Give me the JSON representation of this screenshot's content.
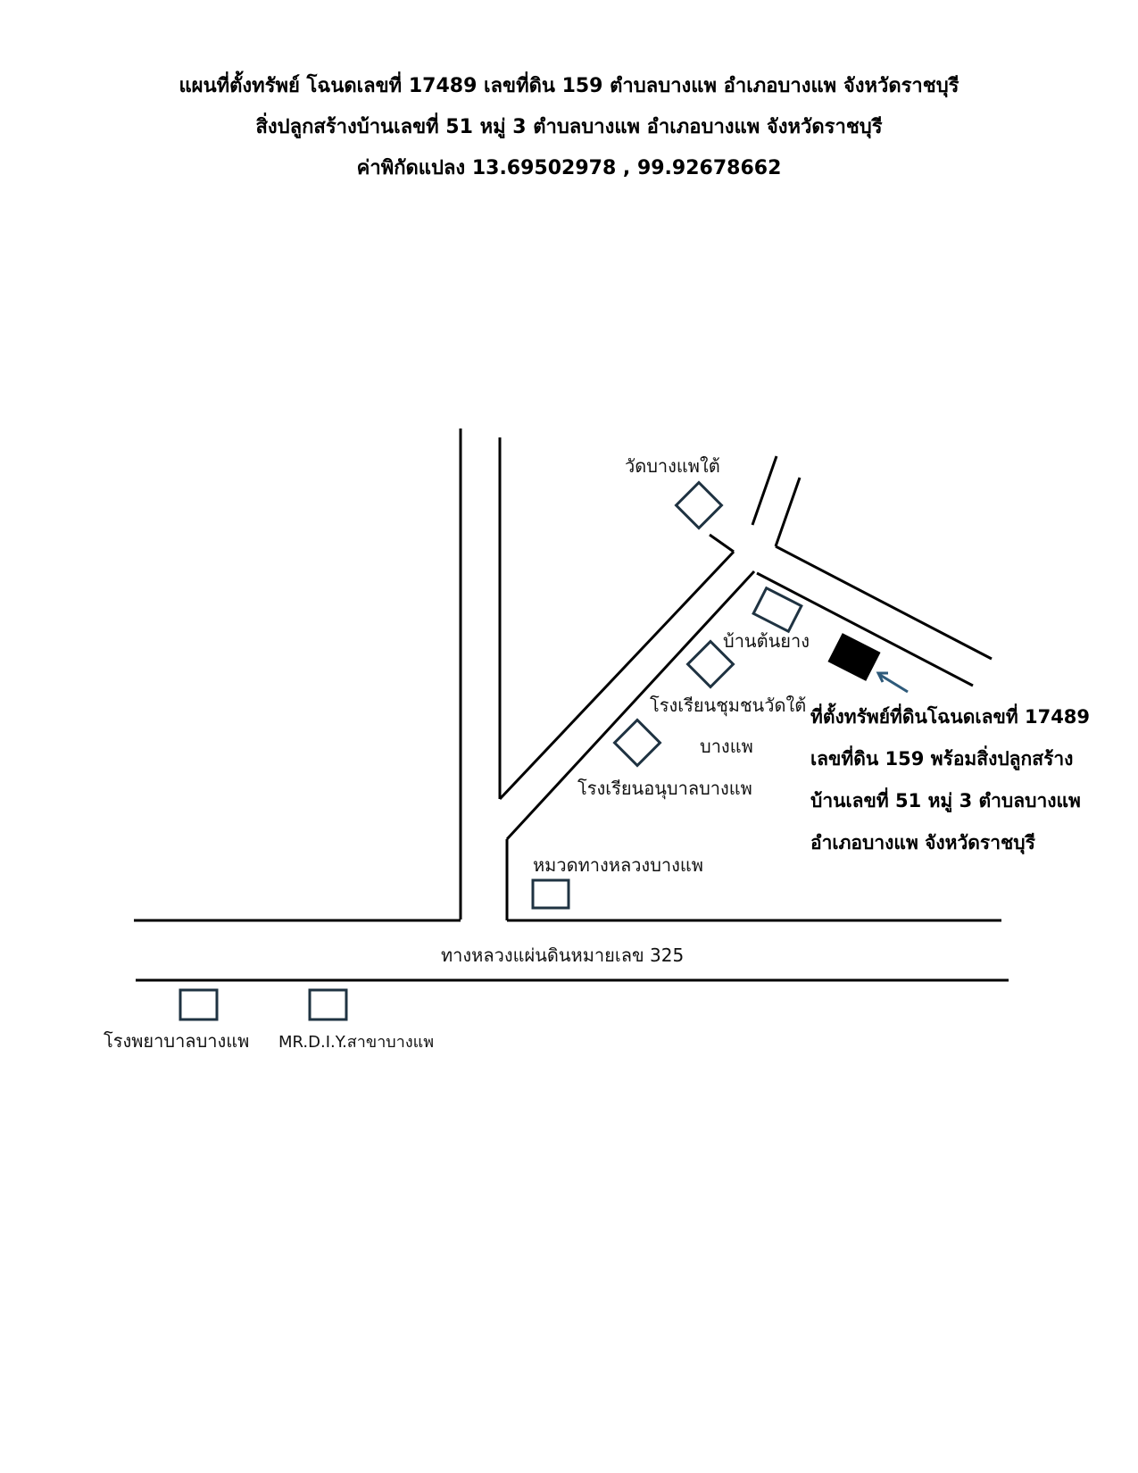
{
  "header": {
    "line1": "แผนที่ตั้งทรัพย์ โฉนดเลขที่ 17489 เลขที่ดิน 159 ตำบลบางแพ อำเภอบางแพ จังหวัดราชบุรี",
    "line2": "สิ่งปลูกสร้างบ้านเลขที่ 51 หมู่ 3 ตำบลบางแพ อำเภอบางแพ จังหวัดราชบุรี",
    "line3": "ค่าพิกัดแปลง 13.69502978 , 99.92678662"
  },
  "map": {
    "landmarks": {
      "temple": "วัดบางแพใต้",
      "ban_ton_yang": "บ้านต้นยาง",
      "school_community_1": "โรงเรียนชุมชนวัดใต้",
      "school_community_2": "บางแพ",
      "kindergarten": "โรงเรียนอนุบาลบางแพ",
      "highway_district": "หมวดทางหลวงบางแพ",
      "hospital": "โรงพยาบาลบางแพ",
      "mrdiy": "MR.D.I.Y.สาขาบางแพ"
    },
    "road_label": "ทางหลวงแผ่นดินหมายเลข 325",
    "property_note": [
      "ที่ตั้งทรัพย์ที่ดินโฉนดเลขที่ 17489",
      "เลขที่ดิน 159 พร้อมสิ่งปลูกสร้าง",
      "บ้านเลขที่ 51 หมู่ 3 ตำบลบางแพ",
      "อำเภอบางแพ จังหวัดราชบุรี"
    ],
    "colors": {
      "road": "#000000",
      "landmark_outline": "#1f3342",
      "property_fill": "#000000",
      "arrow": "#2e5a7a"
    }
  }
}
